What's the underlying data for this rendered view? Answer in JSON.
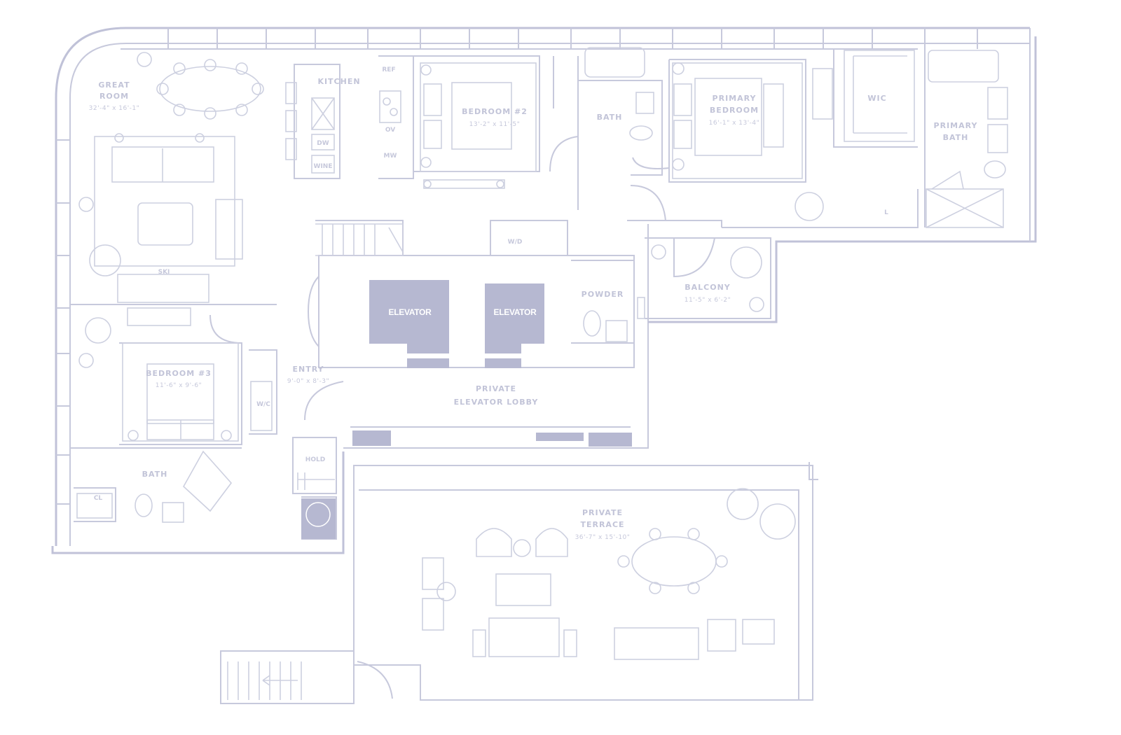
{
  "rooms": {
    "great_room": {
      "name_line1": "GREAT",
      "name_line2": "ROOM",
      "dims": "32'-4\" x 16'-1\""
    },
    "kitchen": {
      "name": "KITCHEN"
    },
    "bedroom_2": {
      "name": "BEDROOM #2",
      "dims": "13'-2\" x 11'-5\""
    },
    "bath_upper": {
      "name": "BATH"
    },
    "primary_bedroom": {
      "name_line1": "PRIMARY",
      "name_line2": "BEDROOM",
      "dims": "16'-1\" x 13'-4\""
    },
    "wic_primary": {
      "name": "WIC"
    },
    "primary_bath": {
      "name_line1": "PRIMARY",
      "name_line2": "BATH"
    },
    "linen": {
      "name": "L"
    },
    "wd": {
      "name": "W/D"
    },
    "powder": {
      "name": "POWDER"
    },
    "balcony": {
      "name": "BALCONY",
      "dims": "11'-5\" x 6'-2\""
    },
    "bedroom_3": {
      "name": "BEDROOM #3",
      "dims": "11'-6\" x 9'-6\""
    },
    "wic_bed3": {
      "name": "W/C"
    },
    "bath_lower": {
      "name": "BATH"
    },
    "entry": {
      "name_line1": "ENTRY",
      "name_line2": "9'-0\" x 8'-3\""
    },
    "private_lobby": {
      "name_line1": "PRIVATE",
      "name_line2": "ELEVATOR LOBBY"
    },
    "hold": {
      "name": "HOLD"
    },
    "terrace": {
      "name_line1": "PRIVATE",
      "name_line2": "TERRACE",
      "dims": "36'-7\" x 15'-10\""
    }
  },
  "appliances": {
    "ref": "REF",
    "dw": "DW",
    "wine": "WINE",
    "mw": "MW",
    "oven": "OV",
    "closet_cl": "CL",
    "ski": "SKI"
  },
  "elevators": {
    "left": "ELEVATOR",
    "right": "ELEVATOR"
  },
  "colors": {
    "line": "#c7c9dc",
    "elevator_fill": "#b6b8d1",
    "background": "#ffffff"
  }
}
